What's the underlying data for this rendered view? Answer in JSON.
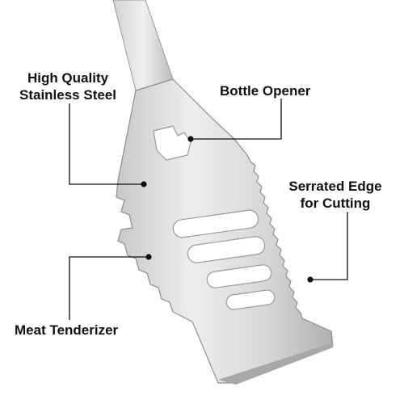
{
  "callouts": {
    "steel": {
      "line1": "High Quality",
      "line2": "Stainless Steel"
    },
    "opener": {
      "text": "Bottle Opener"
    },
    "serrated": {
      "line1": "Serrated Edge",
      "line2": "for Cutting"
    },
    "meat": {
      "text": "Meat Tenderizer"
    }
  },
  "colors": {
    "steel_light": "#e6e6e6",
    "steel_mid": "#c4c4c4",
    "steel_dark": "#8e8e8e",
    "callout_line": "#111111"
  }
}
